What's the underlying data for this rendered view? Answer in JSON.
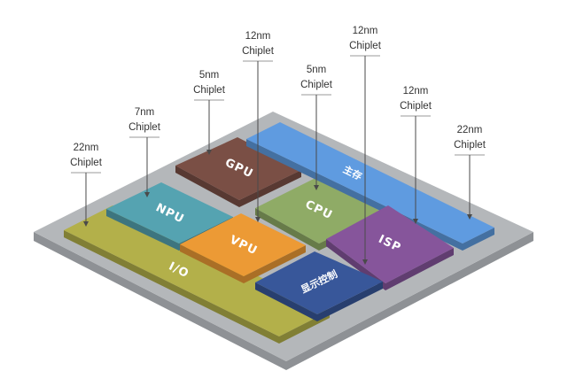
{
  "chiplets": {
    "io": {
      "label": "I/O",
      "color": "#b3b04a"
    },
    "npu": {
      "label": "NPU",
      "color": "#55a3b1"
    },
    "gpu": {
      "label": "GPU",
      "color": "#7a4f45"
    },
    "vpu": {
      "label": "VPU",
      "color": "#ec9a35"
    },
    "cpu": {
      "label": "CPU",
      "color": "#8fab66"
    },
    "storage": {
      "label": "主存",
      "color": "#5f9be0"
    },
    "isp": {
      "label": "ISP",
      "color": "#86559b"
    },
    "display": {
      "label": "显示控制",
      "color": "#38579a"
    }
  },
  "package": {
    "top_color": "#b4b7ba",
    "side_color": "#8e9195"
  },
  "callouts": [
    {
      "id": "io",
      "line1": "22nm",
      "line2": "Chiplet"
    },
    {
      "id": "npu",
      "line1": "7nm",
      "line2": "Chiplet"
    },
    {
      "id": "gpu",
      "line1": "5nm",
      "line2": "Chiplet"
    },
    {
      "id": "vpu",
      "line1": "12nm",
      "line2": "Chiplet"
    },
    {
      "id": "cpu",
      "line1": "5nm",
      "line2": "Chiplet"
    },
    {
      "id": "display",
      "line1": "12nm",
      "line2": "Chiplet"
    },
    {
      "id": "isp",
      "line1": "12nm",
      "line2": "Chiplet"
    },
    {
      "id": "storage",
      "line1": "22nm",
      "line2": "Chiplet"
    }
  ]
}
